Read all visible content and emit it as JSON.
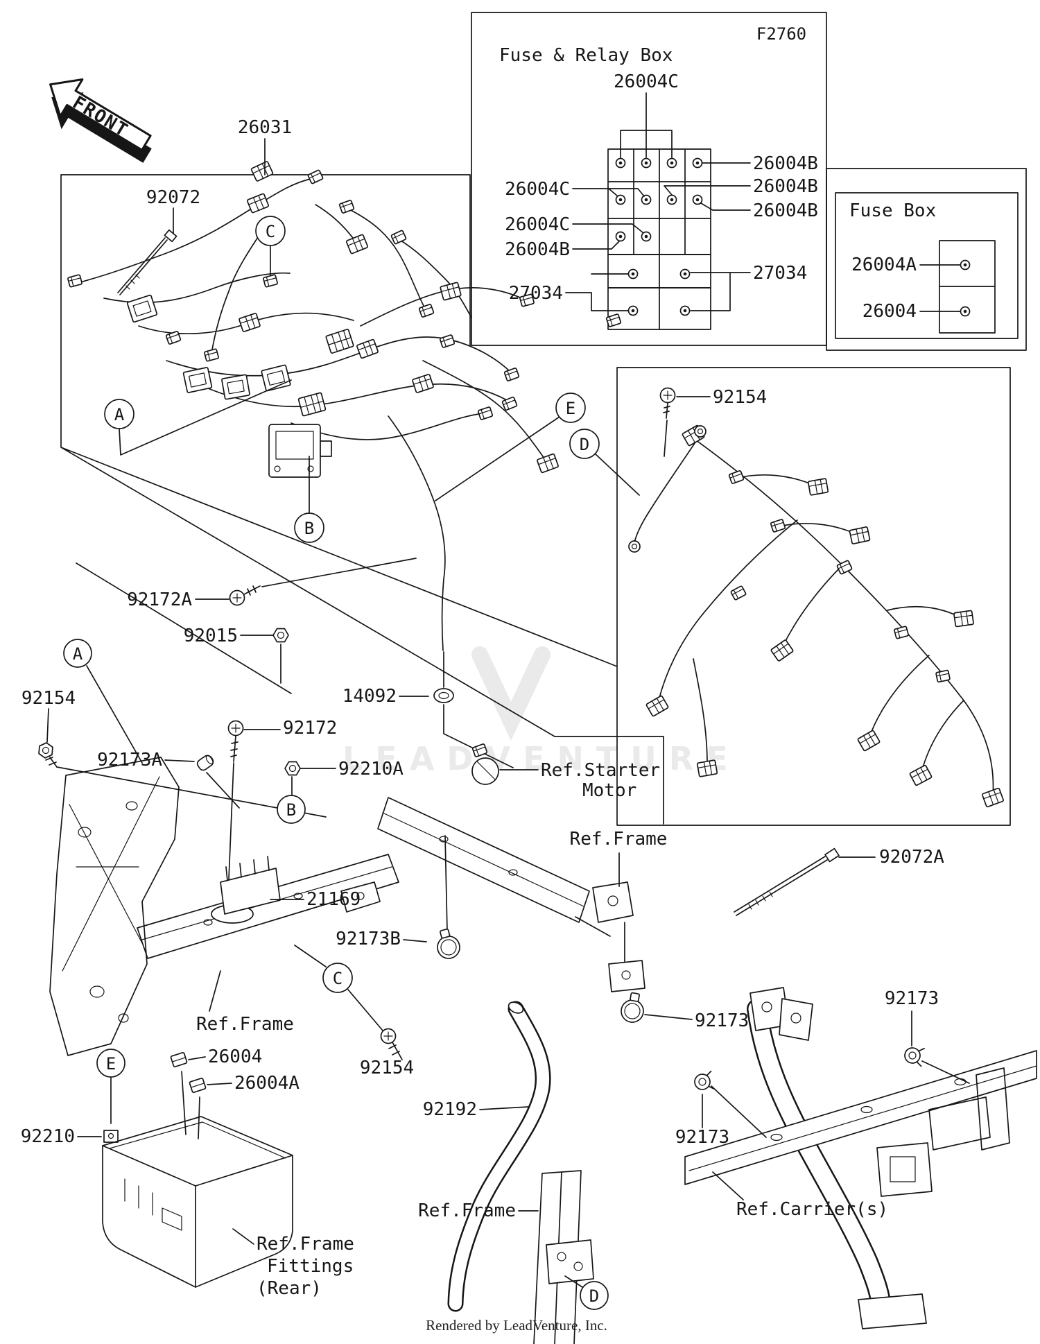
{
  "header": {
    "figure_code": "F2760"
  },
  "front_arrow": {
    "label": "FRONT"
  },
  "fuse_relay_box": {
    "title": "Fuse & Relay Box",
    "top_label": "26004C",
    "left_labels": [
      "26004C",
      "26004C",
      "26004B",
      "27034"
    ],
    "right_labels": [
      "26004B",
      "26004B",
      "26004B",
      "27034"
    ]
  },
  "fuse_box": {
    "title": "Fuse Box",
    "upper_label": "26004A",
    "lower_label": "26004"
  },
  "callouts": {
    "a": "A",
    "b": "B",
    "c": "C",
    "d": "D",
    "e": "E"
  },
  "parts": {
    "harness": "26031",
    "tie": "92072",
    "tie_a": "92072A",
    "screw_a": "92172A",
    "nut_flanged": "92015",
    "grommet": "14092",
    "bolt": "92154",
    "screw": "92172",
    "cap": "92173A",
    "nut_a": "92210A",
    "holder": "21169",
    "clamp_b": "92173B",
    "clamp": "92173",
    "tube": "92192",
    "nut": "92210",
    "fuse": "26004",
    "fuse_a": "26004A"
  },
  "refs": {
    "starter_line1": "Ref.Starter",
    "starter_line2": "Motor",
    "frame": "Ref.Frame",
    "fittings_line1": "Ref.Frame",
    "fittings_line2": "Fittings",
    "fittings_line3": "(Rear)",
    "carrier": "Ref.Carrier(s)"
  },
  "watermark": {
    "text": "LEADVENTURE",
    "logo": "flame-v-icon"
  },
  "footer": {
    "credit": "Rendered by LeadVenture, Inc."
  },
  "colors": {
    "ink": "#161616",
    "paper": "#ffffff",
    "watermark": "#eaeaea"
  }
}
